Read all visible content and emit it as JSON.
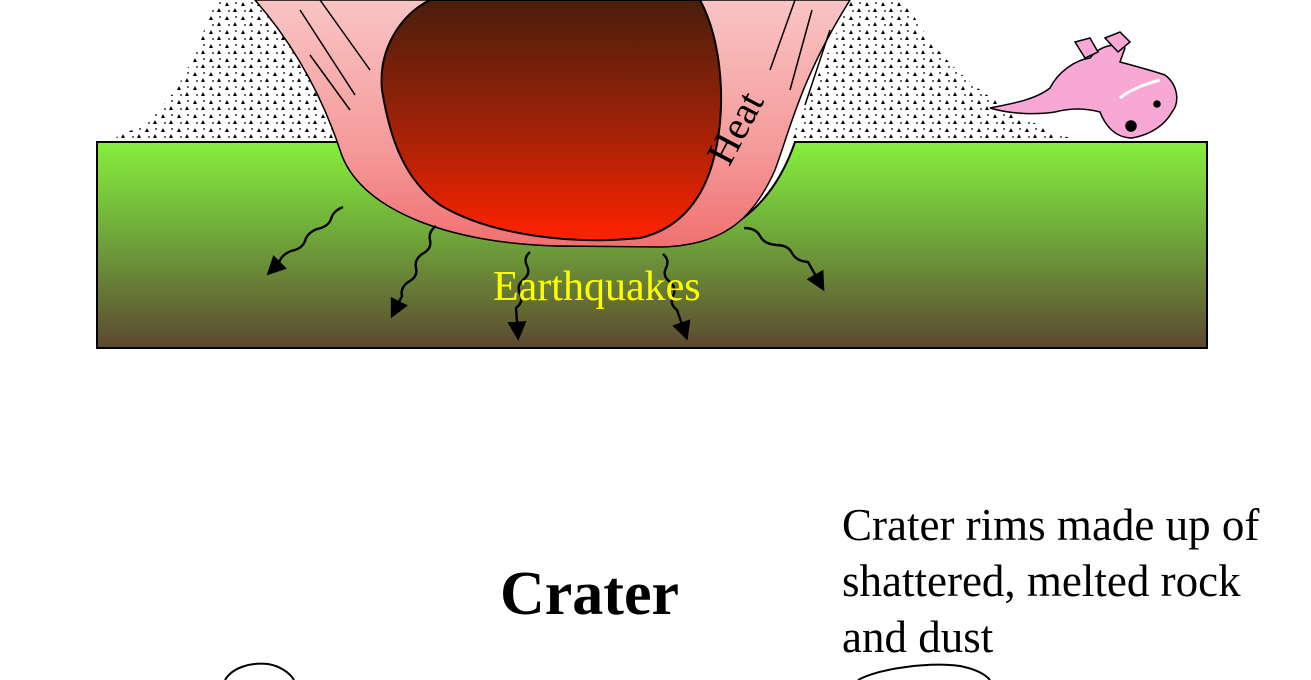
{
  "labels": {
    "heat": "Heat",
    "earthquakes": "Earthquakes",
    "crater_title": "Crater",
    "rim_caption": "Crater rims made up of shattered, melted rock and dust"
  },
  "colors": {
    "ground_top": "#86f03c",
    "ground_bottom": "#5c4830",
    "impact_glow": "#f7a6a6",
    "impactor_dark": "#4a1e0c",
    "impactor_hot": "#ff2200",
    "earthquakes_text": "#ffff00",
    "creature": "#f7a8d4"
  },
  "icons": [
    "shockwave-arrow-icon",
    "pink-creature-icon",
    "ejecta-dust-pattern"
  ]
}
